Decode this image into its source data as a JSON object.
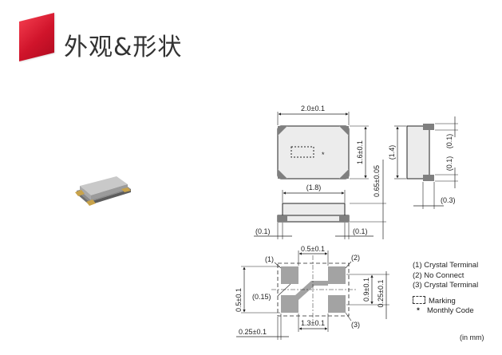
{
  "header": {
    "title": "外观&形状"
  },
  "dims": {
    "top_width": "2.0±0.1",
    "top_height": "1.6±0.1",
    "side_height": "0.65±0.05",
    "side_body_width": "(1.8)",
    "side_left_margin": "(0.1)",
    "side_right_margin": "(0.1)",
    "end_top": "(0.1)",
    "end_mid": "(1.4)",
    "end_bottom": "(0.1)",
    "end_width": "(0.3)",
    "pad_pitch_top": "0.5±0.1",
    "pad_pitch_bottom": "1.3±0.1",
    "pad_height_left": "0.5±0.1",
    "pad_height_right": "0.9±0.1",
    "pad_gap_right": "0.25±0.1",
    "pad_corner_gap": "(0.15)",
    "pad_edge_bottom": "0.25±0.1",
    "marking_symbol": "*"
  },
  "pins": {
    "p1": "(1)",
    "p2": "(2)",
    "p3": "(3)"
  },
  "legend": {
    "items": [
      "(1) Crystal Terminal",
      "(2) No Connect",
      "(3) Crystal Terminal"
    ],
    "marking": "Marking",
    "monthly": "Monthly Code",
    "star": "*"
  },
  "units": "(in mm)",
  "colors": {
    "brand": "#d0142b",
    "pad": "#a3a3a3",
    "body": "#e6e6e6",
    "outline": "#222222"
  }
}
